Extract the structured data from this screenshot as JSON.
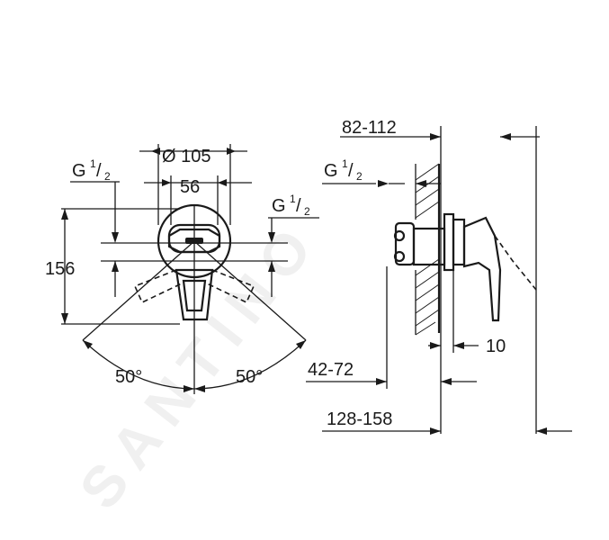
{
  "watermark": "SANTINO",
  "front_view": {
    "dim_diameter": "Ø 105",
    "dim_width": "56",
    "dim_height": "156",
    "thread_left": {
      "base": "G",
      "num": "1",
      "den": "2"
    },
    "thread_right": {
      "base": "G",
      "num": "1",
      "den": "2"
    },
    "angle_left": "50°",
    "angle_right": "50°"
  },
  "side_view": {
    "dim_wall_depth": "82-112",
    "thread": {
      "base": "G",
      "num": "1",
      "den": "2"
    },
    "dim_flange": "10",
    "dim_handle": "42-72",
    "dim_total": "128-158"
  }
}
